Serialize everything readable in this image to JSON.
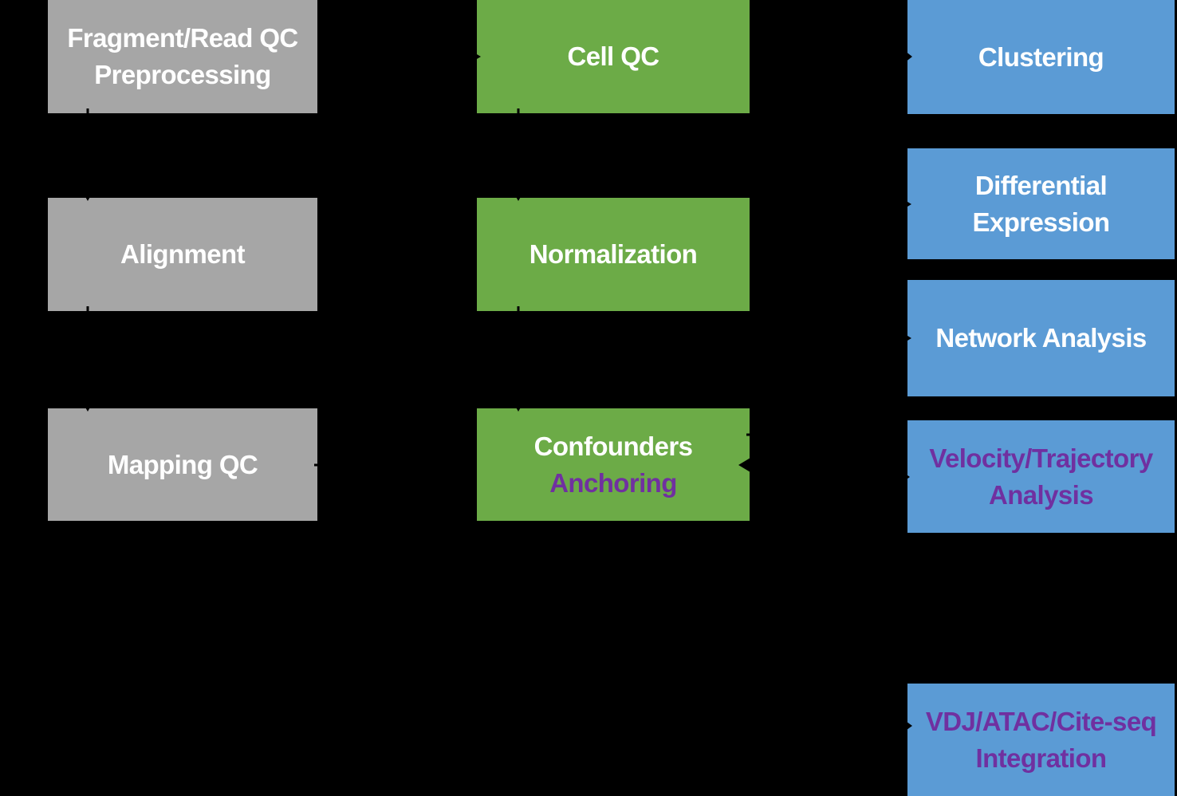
{
  "diagram": {
    "background_color": "#000000",
    "connector_color": "#000000",
    "colors": {
      "gray": "#a6a6a6",
      "green": "#6cab47",
      "blue": "#5b9bd5",
      "purple": "#7030a0",
      "white": "#ffffff"
    },
    "boxes": {
      "fragment_read_qc": {
        "fill": "#a6a6a6",
        "lines": [
          {
            "text": "Fragment/Read QC",
            "color": "#ffffff"
          },
          {
            "text": "Preprocessing",
            "color": "#ffffff"
          }
        ]
      },
      "alignment": {
        "fill": "#a6a6a6",
        "lines": [
          {
            "text": "Alignment",
            "color": "#ffffff"
          }
        ]
      },
      "mapping_qc": {
        "fill": "#a6a6a6",
        "lines": [
          {
            "text": "Mapping QC",
            "color": "#ffffff"
          }
        ]
      },
      "cell_qc": {
        "fill": "#6cab47",
        "lines": [
          {
            "text": "Cell QC",
            "color": "#ffffff"
          }
        ]
      },
      "normalization": {
        "fill": "#6cab47",
        "lines": [
          {
            "text": "Normalization",
            "color": "#ffffff"
          }
        ]
      },
      "confounders": {
        "fill": "#6cab47",
        "lines": [
          {
            "text": "Confounders",
            "color": "#ffffff"
          },
          {
            "text": "Anchoring",
            "color": "#7030a0"
          }
        ]
      },
      "clustering": {
        "fill": "#5b9bd5",
        "lines": [
          {
            "text": "Clustering",
            "color": "#ffffff"
          }
        ]
      },
      "differential_expression": {
        "fill": "#5b9bd5",
        "lines": [
          {
            "text": "Differential",
            "color": "#ffffff"
          },
          {
            "text": "Expression",
            "color": "#ffffff"
          }
        ]
      },
      "network_analysis": {
        "fill": "#5b9bd5",
        "lines": [
          {
            "text": "Network Analysis",
            "color": "#ffffff"
          }
        ]
      },
      "velocity_trajectory": {
        "fill": "#5b9bd5",
        "lines": [
          {
            "text": "Velocity/Trajectory",
            "color": "#7030a0"
          },
          {
            "text": "Analysis",
            "color": "#7030a0"
          }
        ]
      },
      "vdj_integration": {
        "fill": "#5b9bd5",
        "lines": [
          {
            "text": "VDJ/ATAC/Cite-seq",
            "color": "#7030a0"
          },
          {
            "text": "Integration",
            "color": "#7030a0"
          }
        ]
      }
    }
  }
}
